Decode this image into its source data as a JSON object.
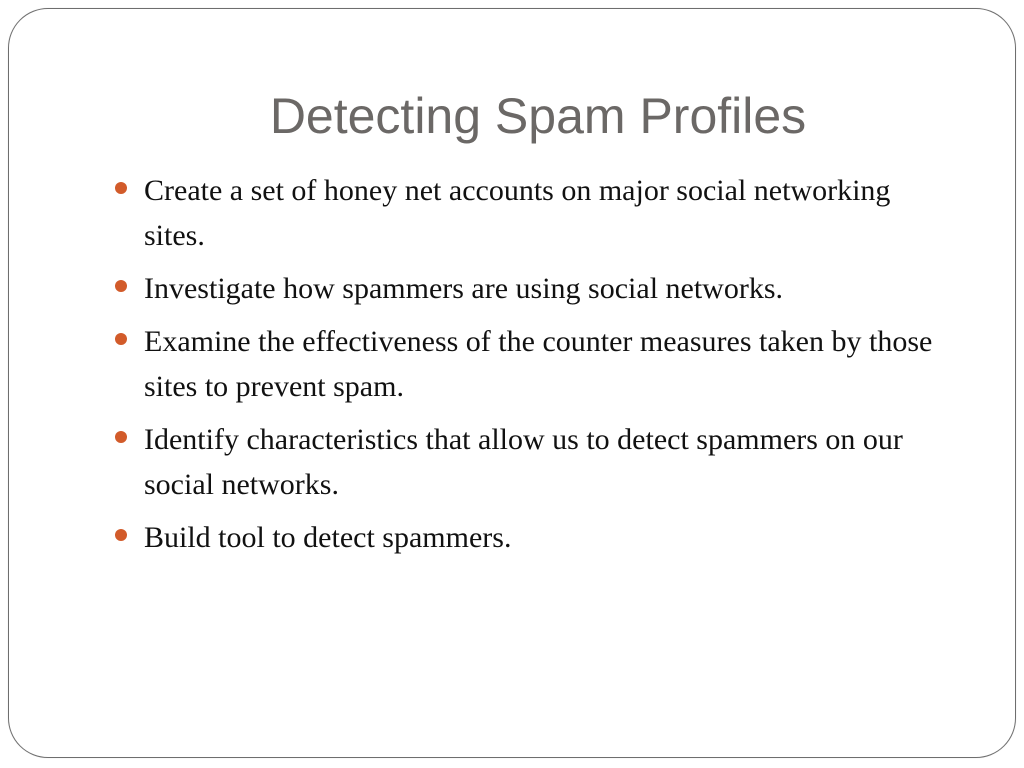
{
  "slide": {
    "title": "Detecting Spam Profiles",
    "bullets": [
      "Create a set of honey net accounts on major social networking sites.",
      "Investigate how spammers are using social networks.",
      "Examine the effectiveness of the counter measures taken by those sites to prevent spam.",
      "Identify characteristics that allow us to detect spammers on our social networks.",
      "Build tool to detect spammers."
    ]
  },
  "colors": {
    "title": "#6b6866",
    "bullet_marker": "#d25b2a",
    "body_text": "#111111",
    "frame_border": "#6e6e6e"
  }
}
